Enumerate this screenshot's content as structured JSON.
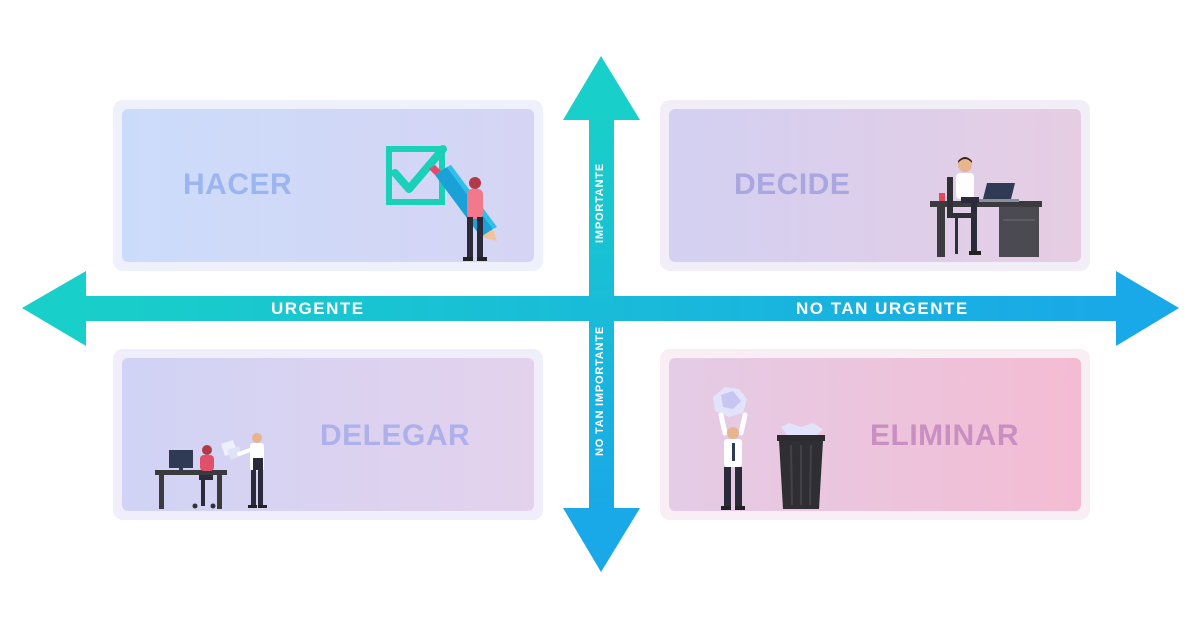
{
  "quadrants": {
    "top_left": {
      "label": "HACER",
      "color": "#9cb5f0"
    },
    "top_right": {
      "label": "DECIDE",
      "color": "#a9a6e0"
    },
    "bottom_left": {
      "label": "DELEGAR",
      "color": "#aeb0ec"
    },
    "bottom_right": {
      "label": "ELIMINAR",
      "color": "#c98ec2"
    }
  },
  "axes": {
    "left_label": "URGENTE",
    "right_label": "NO TAN URGENTE",
    "top_label": "IMPORTANTE",
    "bottom_label": "NO TAN IMPORTANTE"
  },
  "colors": {
    "arrow_cyan": "#19cfc9",
    "arrow_blue": "#19a8e8",
    "check_green": "#19d0b8"
  },
  "illustrations": {
    "top_left": "person-with-giant-pencil-and-checkbox",
    "top_right": "man-at-desk-with-laptop",
    "bottom_left": "man-handing-papers-to-woman-at-desk",
    "bottom_right": "man-throwing-paper-into-trash-bin"
  }
}
